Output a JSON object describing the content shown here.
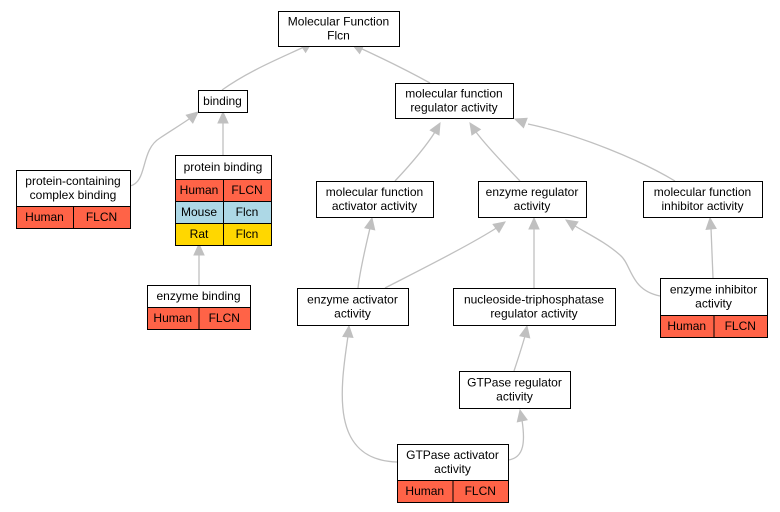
{
  "colors": {
    "edge": "#c0c0c0",
    "node_border": "#000000",
    "node_fill": "#ffffff",
    "human": "#ff6347",
    "mouse": "#add8e6",
    "rat": "#ffd700"
  },
  "nodes": {
    "mf_flcn": {
      "lines": [
        "Molecular Function",
        "Flcn"
      ]
    },
    "binding": {
      "lines": [
        "binding"
      ]
    },
    "mf_regulator": {
      "lines": [
        "molecular function",
        "regulator activity"
      ]
    },
    "protein_complex_binding": {
      "lines": [
        "protein-containing",
        "complex binding"
      ],
      "rows": [
        {
          "species": "Human",
          "gene": "FLCN"
        }
      ]
    },
    "protein_binding": {
      "lines": [
        "protein binding"
      ],
      "rows": [
        {
          "species": "Human",
          "gene": "FLCN"
        },
        {
          "species": "Mouse",
          "gene": "Flcn"
        },
        {
          "species": "Rat",
          "gene": "Flcn"
        }
      ]
    },
    "mf_activator": {
      "lines": [
        "molecular function",
        "activator activity"
      ]
    },
    "enzyme_regulator": {
      "lines": [
        "enzyme regulator",
        "activity"
      ]
    },
    "mf_inhibitor": {
      "lines": [
        "molecular function",
        "inhibitor activity"
      ]
    },
    "enzyme_binding": {
      "lines": [
        "enzyme binding"
      ],
      "rows": [
        {
          "species": "Human",
          "gene": "FLCN"
        }
      ]
    },
    "enzyme_activator": {
      "lines": [
        "enzyme activator",
        "activity"
      ]
    },
    "ntpase_regulator": {
      "lines": [
        "nucleoside-triphosphatase",
        "regulator activity"
      ]
    },
    "enzyme_inhibitor": {
      "lines": [
        "enzyme inhibitor",
        "activity"
      ],
      "rows": [
        {
          "species": "Human",
          "gene": "FLCN"
        }
      ]
    },
    "gtpase_regulator": {
      "lines": [
        "GTPase regulator",
        "activity"
      ]
    },
    "gtpase_activator": {
      "lines": [
        "GTPase activator",
        "activity"
      ],
      "rows": [
        {
          "species": "Human",
          "gene": "FLCN"
        }
      ]
    }
  }
}
